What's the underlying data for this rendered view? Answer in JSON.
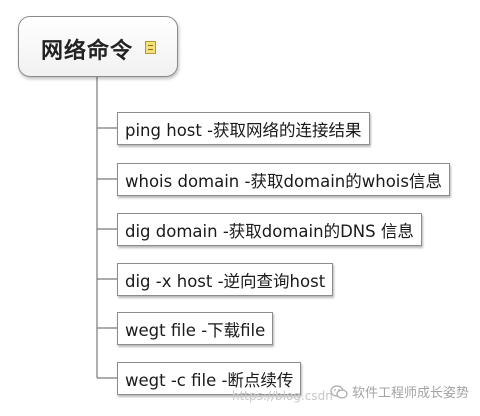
{
  "root": {
    "title": "网络命令",
    "icon": "note-icon"
  },
  "children": [
    {
      "label": "ping host -获取网络的连接结果"
    },
    {
      "label": "whois domain -获取domain的whois信息"
    },
    {
      "label": "dig domain -获取domain的DNS 信息"
    },
    {
      "label": "dig -x host  -逆向查询host"
    },
    {
      "label": "wegt file -下载file"
    },
    {
      "label": "wegt -c file -断点续传"
    }
  ],
  "watermark": {
    "url": "https://blog.csdn",
    "brand": "软件工程师成长姿势"
  },
  "colors": {
    "border": "#8c8c8c",
    "connector": "#7a7a7a",
    "text": "#1a1a1a"
  }
}
